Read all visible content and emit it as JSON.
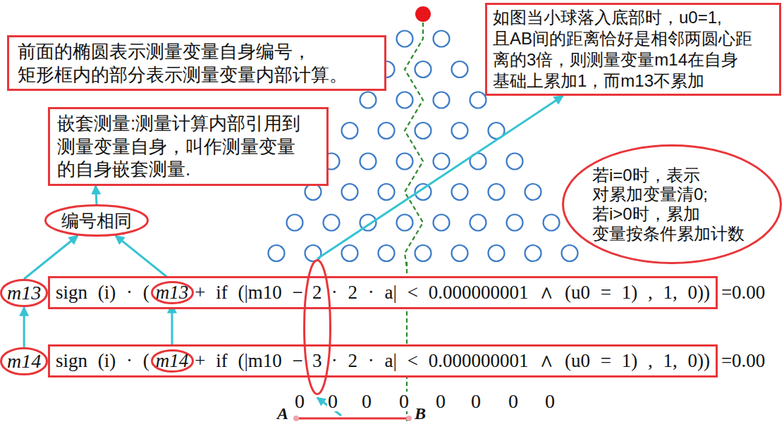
{
  "diagram": {
    "nodes": [
      {
        "text": [
          "前面的椭圆表示测量变量自身编号， 矩形框内的部分表示测量变量内部计算。"
        ]
      },
      {
        "text": [
          "嵌套测量:测量计算内部引用到 测量变量自身，叫作测量变量 的自身嵌套测量."
        ]
      },
      {
        "text": [
          "编号相同"
        ]
      },
      {
        "text": [
          "如图当小球落入底部时，u0=1, 且AB间的距离恰好是相邻两圆心距 离的3倍，则测量变量m14在自身 基础上累加1，而m13不累加"
        ]
      },
      {
        "text": [
          "若i=0时，表示 对累加变量清0; 若i>0时，累加 变量按条件累加计数"
        ]
      },
      {
        "text": [
          "m13"
        ]
      },
      {
        "text": [
          "sign (i) · (",
          "+ if (|m10 −",
          "· 2 · a| < 0.000000001 ∧ (u0 = 1) , 1, 0))"
        ]
      },
      {
        "text": [
          "m13"
        ],
        "in": 6
      },
      {
        "text": [
          "m14"
        ]
      },
      {
        "text": [
          "sign (i) · (",
          "+ if (|m10 −",
          "· 2 · a| < 0.000000001 ∧ (u0 = 1) , 1, 0))"
        ]
      },
      {
        "text": [
          "m14"
        ],
        "in": 9
      },
      {
        "text": [
          "2",
          "3"
        ]
      }
    ],
    "edges": [
      {
        "from": 5,
        "to": 2,
        "arrow": "to"
      },
      {
        "from": 7,
        "to": 2,
        "arrow": "to"
      },
      {
        "from": 2,
        "to": 1,
        "arrow": "to"
      },
      {
        "from": 8,
        "to": 5,
        "arrow": "to"
      },
      {
        "from": 10,
        "to": 7,
        "arrow": "to"
      },
      {
        "from": 11,
        "to": 3,
        "arrow": "to"
      }
    ],
    "labels": [
      "=0.00",
      "=0.00",
      "0",
      "0",
      "0",
      "0",
      "0",
      "0",
      "0",
      "0",
      "A",
      "B"
    ]
  }
}
